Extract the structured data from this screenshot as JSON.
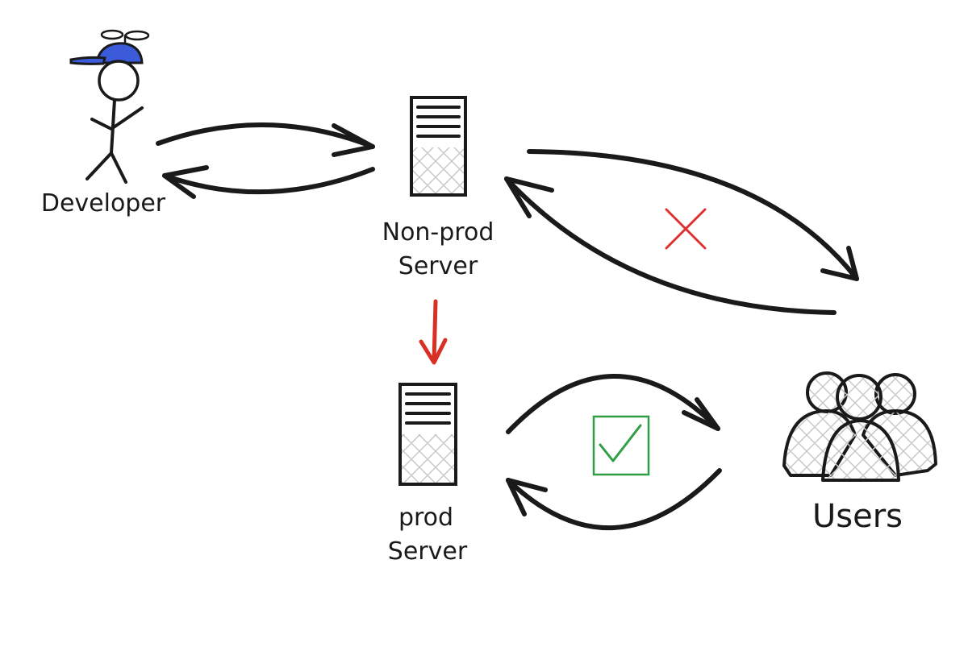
{
  "labels": {
    "developer": "Developer",
    "nonprod_line1": "Non-prod",
    "nonprod_line2": "Server",
    "prod_line1": "prod",
    "prod_line2": "Server",
    "users": "Users"
  },
  "icons": {
    "developer": "stick-figure-with-propeller-cap",
    "nonprod_server": "server-tower-icon",
    "prod_server": "server-tower-icon",
    "users": "user-group-icon",
    "blocked": "red-x-icon",
    "allowed": "green-checkbox-icon"
  },
  "colors": {
    "ink": "#1a1a1a",
    "cap": "#3b5bdb",
    "deploy_arrow": "#d93025",
    "blocked": "#e03131",
    "allowed": "#2f9e44",
    "hatch": "#c8c8c8"
  }
}
